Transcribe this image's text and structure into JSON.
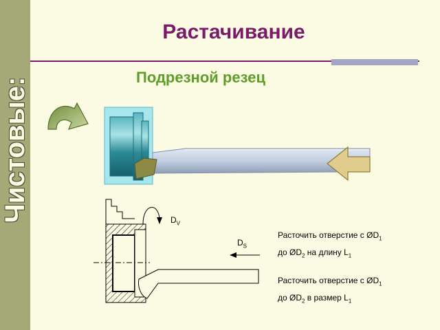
{
  "sidebar": {
    "label": "Чистовые:"
  },
  "title": "Растачивание",
  "subtitle": "Подрезной резец",
  "labels": {
    "dv": "D",
    "dv_sub": "V",
    "ds": "D",
    "ds_sub": "S"
  },
  "operations": [
    {
      "line1": "Расточить отверстие с ØD",
      "line1_sub": "1",
      "line2": "до ØD",
      "line2_sub": "2",
      "line2_tail": " на длину L",
      "line2_tail_sub": "1"
    },
    {
      "line1": "Расточить отверстие с ØD",
      "line1_sub": "1",
      "line2": "до ØD",
      "line2_sub": "2",
      "line2_tail": " в размер L",
      "line2_tail_sub": "1"
    }
  ],
  "colors": {
    "accent": "#7a1b6a",
    "green": "#5f9c2a",
    "sidebar": "#a5a978",
    "background": "#fbfbe3"
  }
}
